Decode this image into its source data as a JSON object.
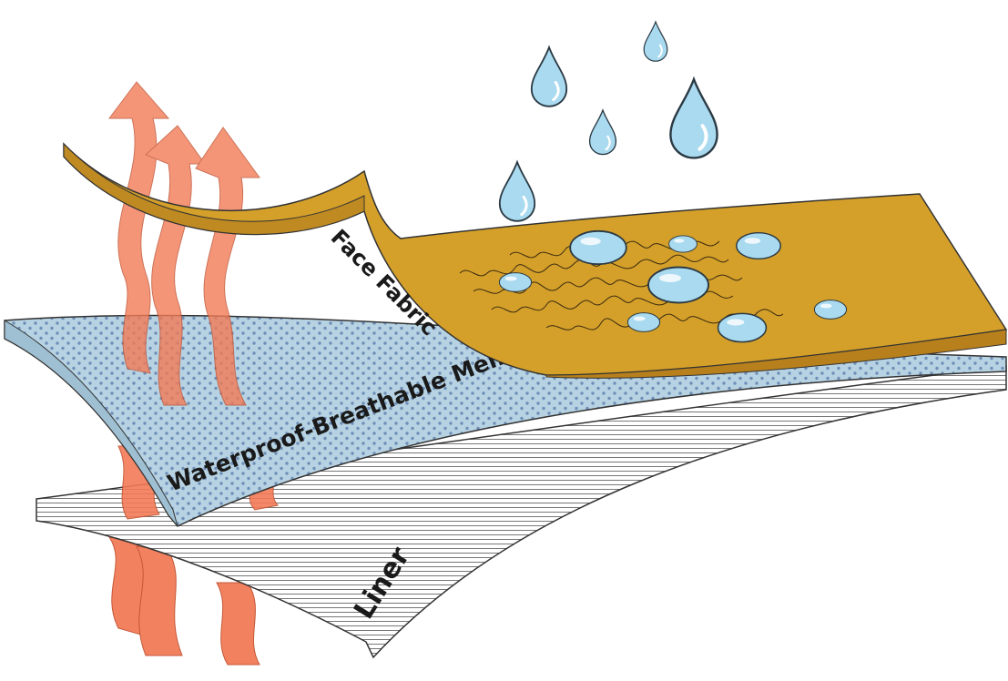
{
  "title": "Waterproof-breathable fabric layers",
  "labels": {
    "face_fabric": "Face Fabric",
    "membrane": "Waterproof-Breathable Membrane",
    "liner": "Liner"
  },
  "colors": {
    "face_fabric": "#D4A02A",
    "face_fabric_edge": "#B8801C",
    "membrane": "#B7D3E3",
    "membrane_dots": "#6F8FB8",
    "liner": "#FFFFFF",
    "vapor_arrow": "#F27B57",
    "water_drop": "#A9DAF0"
  }
}
